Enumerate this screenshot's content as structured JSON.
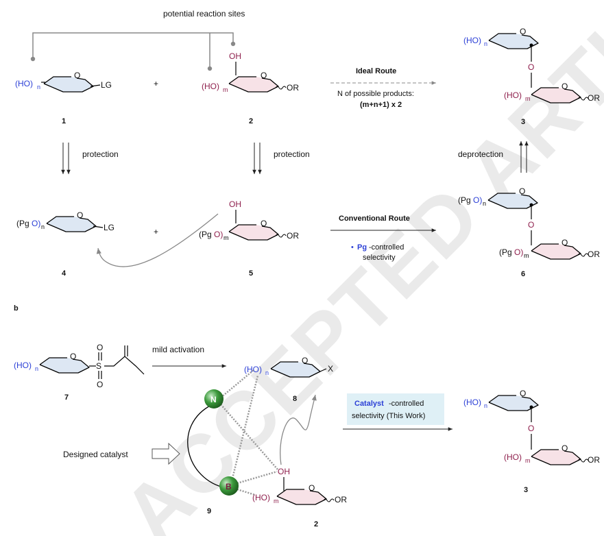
{
  "top_label": "potential reaction sites",
  "compounds": {
    "c1": {
      "prefix": "(HO)",
      "sub": "n",
      "lg": "LG",
      "num": "1"
    },
    "c2": {
      "oh": "OH",
      "prefix": "(HO)",
      "sub": "m",
      "or": "OR",
      "num": "2"
    },
    "c3": {
      "prefix_top": "(HO)",
      "sub_top": "n",
      "o_link": "O",
      "prefix_bot": "(HO)",
      "sub_bot": "m",
      "or": "OR",
      "num": "3"
    },
    "c4": {
      "prefix_a": "(Pg",
      "prefix_o": "O)",
      "sub": "n",
      "lg": "LG",
      "num": "4"
    },
    "c5": {
      "oh": "OH",
      "prefix_a": "(Pg",
      "prefix_o": "O)",
      "sub": "m",
      "or": "OR",
      "num": "5"
    },
    "c6": {
      "prefix_a": "(Pg",
      "prefix_o": "O)",
      "sub_top": "n",
      "o_link": "O",
      "prefix_bot_a": "(Pg",
      "prefix_bot_o": "O)",
      "sub_bot": "m",
      "or": "OR",
      "num": "6"
    },
    "c7": {
      "prefix": "(HO)",
      "sub": "n",
      "s": "S",
      "o1": "O",
      "o2": "O",
      "num": "7"
    },
    "c8": {
      "prefix": "(HO)",
      "sub": "n",
      "x": "X",
      "num": "8"
    },
    "c9": {
      "n": "N",
      "b": "B",
      "num": "9"
    },
    "c2b": {
      "oh": "OH",
      "prefix": "(HO)",
      "sub": "m",
      "or": "OR",
      "num": "2"
    },
    "c3b": {
      "prefix_top": "(HO)",
      "sub_top": "n",
      "o_link": "O",
      "prefix_bot": "(HO)",
      "sub_bot": "m",
      "or": "OR",
      "num": "3"
    }
  },
  "ring_o": "O",
  "plus": "+",
  "arrows": {
    "protection_left": "protection",
    "protection_right": "protection",
    "deprotection": "deprotection",
    "ideal_route": "Ideal Route",
    "possible_products": "N of possible products:",
    "possible_formula": "(m+n+1) x 2",
    "conventional_route": "Conventional Route",
    "pg_bullet": "•",
    "pg_word": "Pg",
    "pg_rest": "-controlled",
    "pg_line2": "selectivity",
    "mild_activation": "mild activation",
    "designed_catalyst": "Designed catalyst",
    "catalyst_word": "Catalyst",
    "catalyst_rest": "-controlled",
    "catalyst_line2": "selectivity (This Work)"
  },
  "panel_b": "b",
  "watermark": "ACCEPTED ARTICLE PREVIEW",
  "colors": {
    "blue": "#2b3fd6",
    "magenta": "#8e1f4c",
    "ring_blue": "#dde7f3",
    "ring_pink": "#f7e2e7",
    "catalyst_box": "#dff0f6",
    "green": "#2f8a2f",
    "purple": "#7a1a40"
  }
}
